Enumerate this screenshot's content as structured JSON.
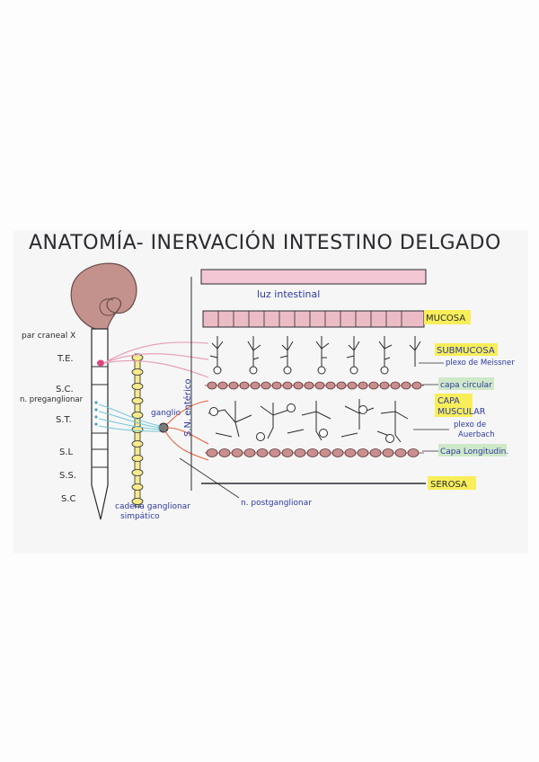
{
  "title": "ANATOMÍA- INERVACIÓN INTESTINO DELGADO",
  "brainstem": {
    "cranial_nerve_label": "par craneal X",
    "levels": [
      "T.E.",
      "S.C.",
      "S.T.",
      "S.L",
      "S.S.",
      "S.C"
    ],
    "preganglionic_label": "n. preganglionar"
  },
  "sympathetic": {
    "chain_label": "cadena ganglionar simpático",
    "ganglion_label": "ganglio",
    "postganglionic_label": "n. postganglionar"
  },
  "enteric": {
    "axis_label": "S.N. entérico"
  },
  "layers": {
    "lumen": "luz intestinal",
    "mucosa": "MUCOSA",
    "submucosa": "SUBMUCOSA",
    "meissner": "plexo de Meissner",
    "circular": "capa circular",
    "muscular": "CAPA MUSCULAR",
    "auerbach": "plexo de Auerbach",
    "longitudinal": "Capa Longitudin.",
    "serosa": "SEROSA"
  },
  "colors": {
    "ink": "#2a2a30",
    "pink": "#e7a0b6",
    "brain": "#c3928d",
    "highlight": "#f7ee5a",
    "green_note": "#cfe8c8",
    "ganglion_yellow": "#f6ea8c",
    "blue_nerve": "#6ec6d8",
    "red_nerve": "#e8603c"
  }
}
